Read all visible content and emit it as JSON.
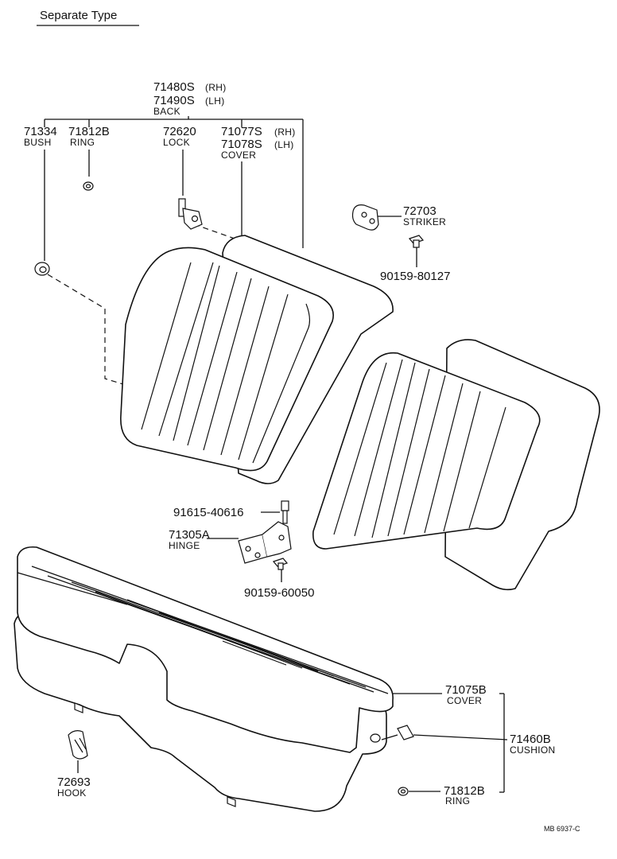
{
  "header": {
    "title": "Separate Type"
  },
  "parts": {
    "back": {
      "no_rh": "71480S",
      "rh": "(RH)",
      "no_lh": "71490S",
      "lh": "(LH)",
      "name": "BACK"
    },
    "bush": {
      "no": "71334",
      "name": "BUSH"
    },
    "ring_top": {
      "no": "71812B",
      "name": "RING"
    },
    "lock": {
      "no": "72620",
      "name": "LOCK"
    },
    "back_cover": {
      "no_rh": "71077S",
      "rh": "(RH)",
      "no_lh": "71078S",
      "lh": "(LH)",
      "name": "COVER"
    },
    "striker": {
      "no": "72703",
      "name": "STRIKER"
    },
    "screw_striker": {
      "no": "90159-80127"
    },
    "bolt_hinge": {
      "no": "91615-40616"
    },
    "hinge": {
      "no": "71305A",
      "name": "HINGE"
    },
    "screw_hinge": {
      "no": "90159-60050"
    },
    "cushion_cover": {
      "no": "71075B",
      "name": "COVER"
    },
    "cushion": {
      "no": "71460B",
      "name": "CUSHION"
    },
    "hook": {
      "no": "72693",
      "name": "HOOK"
    },
    "ring_bottom": {
      "no": "71812B",
      "name": "RING"
    }
  },
  "footer": {
    "code": "MB 6937-C"
  }
}
